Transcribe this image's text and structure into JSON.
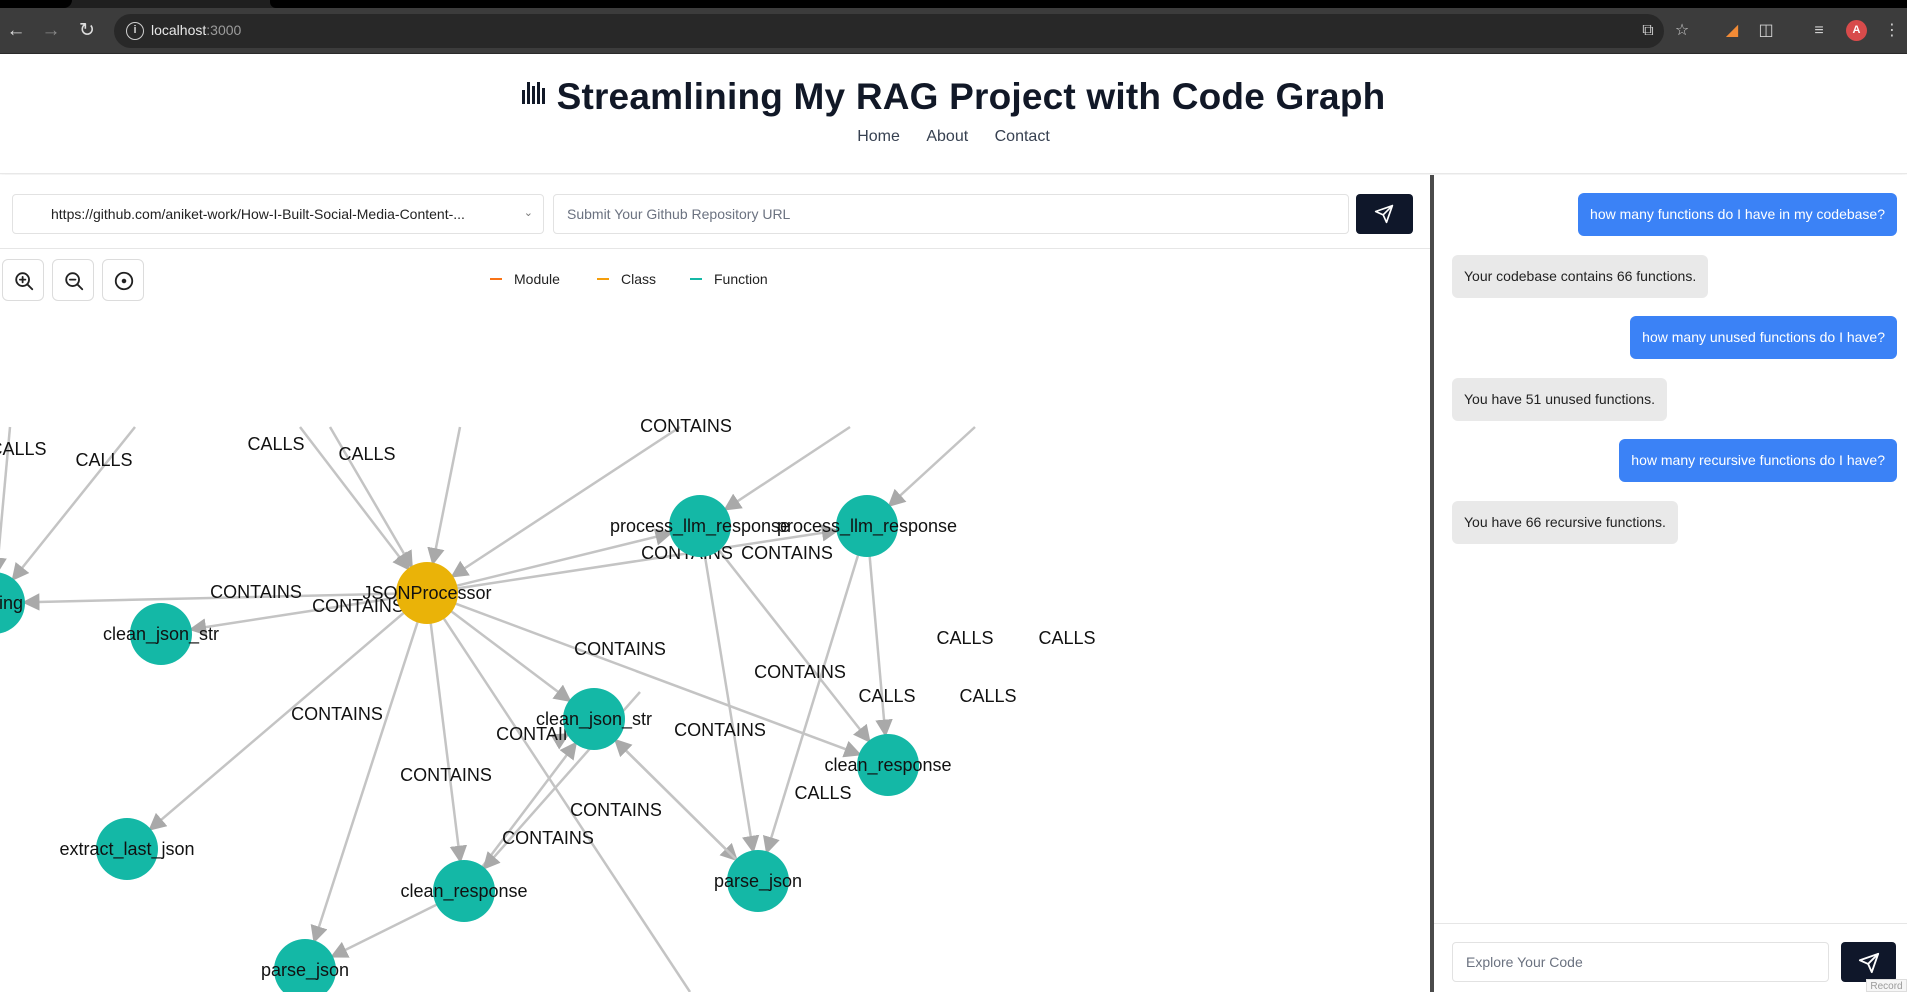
{
  "browser": {
    "url_host": "localhost",
    "url_port": ":3000",
    "avatar_letter": "A"
  },
  "header": {
    "title": "Streamlining My RAG Project with Code Graph",
    "nav": [
      "Home",
      "About",
      "Contact"
    ]
  },
  "repo": {
    "selected_url": "https://github.com/aniket-work/How-I-Built-Social-Media-Content-...",
    "input_placeholder": "Submit Your Github Repository URL"
  },
  "legend": [
    {
      "label": "Module",
      "color": "#f97316"
    },
    {
      "label": "Class",
      "color": "#f59e0b"
    },
    {
      "label": "Function",
      "color": "#14b8a6"
    }
  ],
  "graph": {
    "colors": {
      "module": "#f97316",
      "class": "#eab308",
      "function": "#14b8a6",
      "edge": "#c4c4c4",
      "arrow": "#a9a9a9"
    },
    "nodes": [
      {
        "id": "jp",
        "label": "JSONProcessor",
        "type": "class"
      },
      {
        "id": "lg",
        "label": "logging",
        "type": "function"
      },
      {
        "id": "cjs1",
        "label": "clean_json_str",
        "type": "function"
      },
      {
        "id": "cjs2",
        "label": "clean_json_str",
        "type": "function"
      },
      {
        "id": "plr1",
        "label": "process_llm_response",
        "type": "function"
      },
      {
        "id": "plr2",
        "label": "process_llm_response",
        "type": "function"
      },
      {
        "id": "elj",
        "label": "extract_last_json",
        "type": "function"
      },
      {
        "id": "cr1",
        "label": "clean_response",
        "type": "function"
      },
      {
        "id": "cr2",
        "label": "clean_response",
        "type": "function"
      },
      {
        "id": "pj1",
        "label": "parse_json",
        "type": "function"
      },
      {
        "id": "pj2",
        "label": "parse_json",
        "type": "function"
      }
    ],
    "edge_labels": [
      "CALLS",
      "CALLS",
      "CALLS",
      "CALLS",
      "CONTAINS",
      "CONTAINS",
      "CONTAINS",
      "CONTAINS",
      "CONTAINS",
      "CONTAINS",
      "CONTAINS",
      "CONTAINS",
      "CONTAINS",
      "CALLS",
      "CALLS",
      "CALLS",
      "CALLS",
      "CONTAINS",
      "CONTAINS",
      "CONTAINS",
      "CALLS",
      "CONTAINS",
      "CALLS"
    ]
  },
  "chat": {
    "messages": [
      {
        "role": "user",
        "text": "how many functions do I have in my codebase?"
      },
      {
        "role": "bot",
        "text": "Your codebase contains 66 functions."
      },
      {
        "role": "user",
        "text": "how many unused functions do I have?"
      },
      {
        "role": "bot",
        "text": "You have 51 unused functions."
      },
      {
        "role": "user",
        "text": "how many recursive functions do I have?"
      },
      {
        "role": "bot",
        "text": "You have 66 recursive functions."
      }
    ],
    "input_placeholder": "Explore Your Code"
  },
  "record_tag": "Record"
}
